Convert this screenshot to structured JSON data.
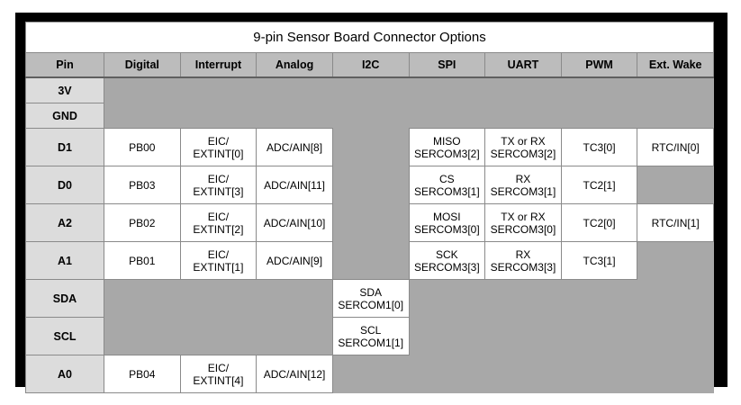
{
  "title": "9-pin Sensor Board Connector Options",
  "columns": [
    "Pin",
    "Digital",
    "Interrupt",
    "Analog",
    "I2C",
    "SPI",
    "UART",
    "PWM",
    "Ext. Wake"
  ],
  "rows": [
    {
      "pin": "3V",
      "cells": [
        "",
        "",
        "",
        "",
        "",
        "",
        "",
        ""
      ]
    },
    {
      "pin": "GND",
      "cells": [
        "",
        "",
        "",
        "",
        "",
        "",
        "",
        ""
      ]
    },
    {
      "pin": "D1",
      "cells": [
        "PB00",
        "EIC/\nEXTINT[0]",
        "ADC/AIN[8]",
        "",
        "MISO\nSERCOM3[2]",
        "TX or RX\nSERCOM3[2]",
        "TC3[0]",
        "RTC/IN[0]"
      ]
    },
    {
      "pin": "D0",
      "cells": [
        "PB03",
        "EIC/\nEXTINT[3]",
        "ADC/AIN[11]",
        "",
        "CS\nSERCOM3[1]",
        "RX\nSERCOM3[1]",
        "TC2[1]",
        ""
      ]
    },
    {
      "pin": "A2",
      "cells": [
        "PB02",
        "EIC/\nEXTINT[2]",
        "ADC/AIN[10]",
        "",
        "MOSI\nSERCOM3[0]",
        "TX or RX\nSERCOM3[0]",
        "TC2[0]",
        "RTC/IN[1]"
      ]
    },
    {
      "pin": "A1",
      "cells": [
        "PB01",
        "EIC/\nEXTINT[1]",
        "ADC/AIN[9]",
        "",
        "SCK\nSERCOM3[3]",
        "RX\nSERCOM3[3]",
        "TC3[1]",
        ""
      ]
    },
    {
      "pin": "SDA",
      "cells": [
        "",
        "",
        "",
        "SDA\nSERCOM1[0]",
        "",
        "",
        "",
        ""
      ]
    },
    {
      "pin": "SCL",
      "cells": [
        "",
        "",
        "",
        "SCL\nSERCOM1[1]",
        "",
        "",
        "",
        ""
      ]
    },
    {
      "pin": "A0",
      "cells": [
        "PB04",
        "EIC/\nEXTINT[4]",
        "ADC/AIN[12]",
        "",
        "",
        "",
        "",
        ""
      ]
    }
  ],
  "colors": {
    "frame": "#000000",
    "table_bg": "#ffffff",
    "header_bg": "#bcbcbc",
    "pin_bg": "#dcdcdc",
    "empty_bg": "#a8a8a8",
    "border": "#8a8a8a",
    "border_dark": "#5f5f5f",
    "text": "#000000"
  }
}
